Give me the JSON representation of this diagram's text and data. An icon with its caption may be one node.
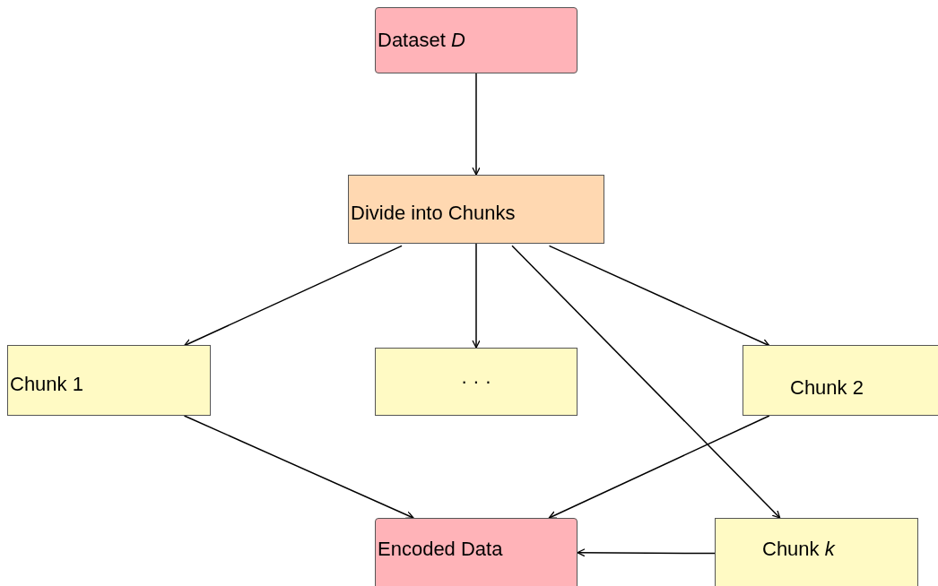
{
  "diagram": {
    "nodes": [
      {
        "text": [
          "Dataset *D*"
        ]
      },
      {
        "text": [
          "Divide into Chunks"
        ]
      },
      {
        "text": [
          "Chunk 1"
        ]
      },
      {
        "text": [
          "· · ·"
        ]
      },
      {
        "text": [
          "Chunk 2"
        ]
      },
      {
        "text": [
          "Encoded Data"
        ]
      },
      {
        "text": [
          "Chunk *k*"
        ]
      }
    ],
    "edges": [
      {
        "from": 0,
        "to": 1,
        "arrow": "to"
      },
      {
        "from": 1,
        "to": 2,
        "arrow": "to"
      },
      {
        "from": 1,
        "to": 3,
        "arrow": "to"
      },
      {
        "from": 1,
        "to": 4,
        "arrow": "to"
      },
      {
        "from": 1,
        "to": 6,
        "arrow": "to"
      },
      {
        "from": 2,
        "to": 5,
        "arrow": "to"
      },
      {
        "from": 4,
        "to": 5,
        "arrow": "to"
      },
      {
        "from": 6,
        "to": 5,
        "arrow": "to"
      }
    ]
  }
}
